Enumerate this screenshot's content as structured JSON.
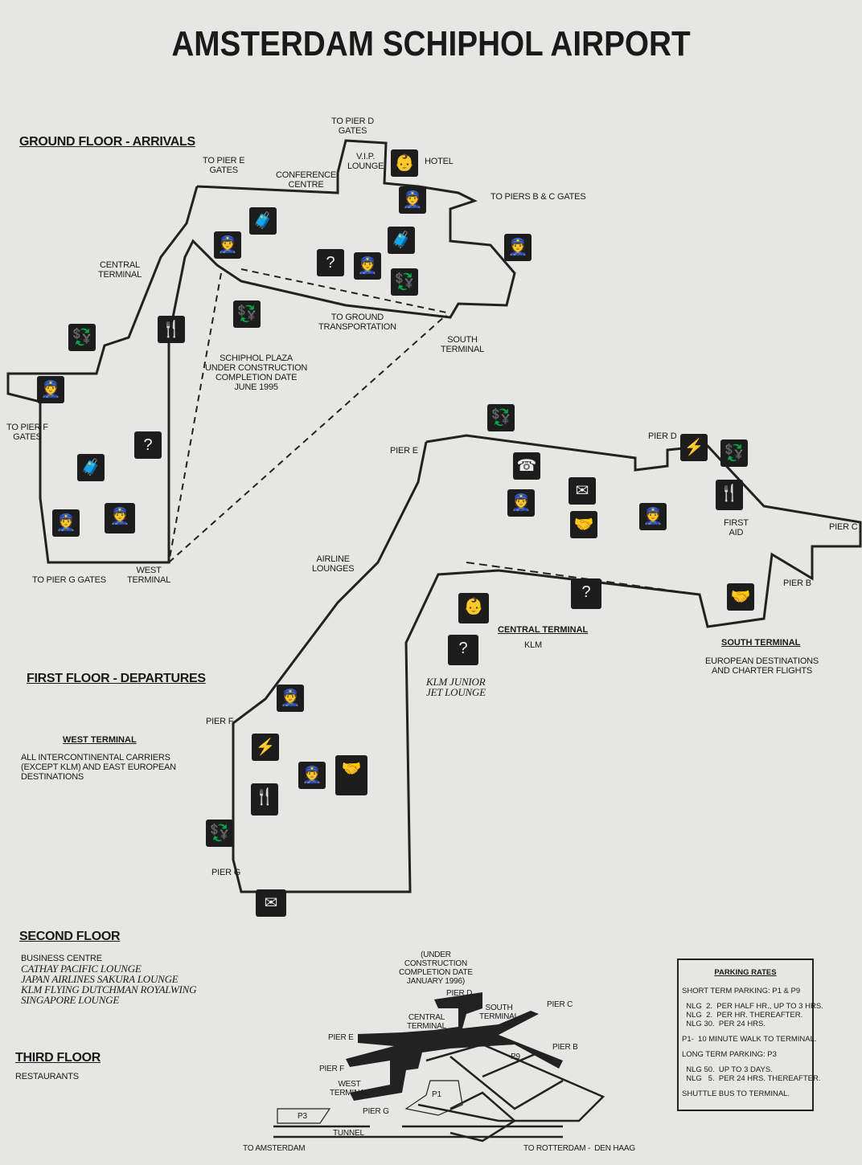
{
  "title": "AMSTERDAM  SCHIPHOL AIRPORT",
  "ground_floor": {
    "heading": "GROUND FLOOR - ARRIVALS",
    "labels": {
      "to_pier_d": "TO PIER D\nGATES",
      "vip": "V.I.P.\nLOUNGE",
      "hotel": "HOTEL",
      "to_pier_e": "TO PIER E\nGATES",
      "conference": "CONFERENCE\nCENTRE",
      "to_piers_bc": "TO PIERS B & C GATES",
      "central": "CENTRAL\nTERMINAL",
      "to_ground": "TO GROUND\nTRANSPORTATION",
      "south": "SOUTH\nTERMINAL",
      "plaza": "SCHIPHOL PLAZA\nUNDER CONSTRUCTION\nCOMPLETION DATE\nJUNE 1995",
      "to_pier_f": "TO PIER F\nGATES",
      "to_pier_g": "TO PIER G GATES",
      "west": "WEST\nTERMINAL"
    }
  },
  "first_floor": {
    "heading": "FIRST FLOOR - DEPARTURES",
    "labels": {
      "pier_e": "PIER E",
      "pier_d": "PIER D",
      "pier_c": "PIER C",
      "pier_b": "PIER B",
      "first_aid": "FIRST\nAID",
      "airline_lounges": "AIRLINE\nLOUNGES",
      "central": "CENTRAL TERMINAL",
      "klm": "KLM",
      "south": "SOUTH TERMINAL",
      "south_desc": "EUROPEAN DESTINATIONS\nAND CHARTER FLIGHTS",
      "klm_junior": "KLM JUNIOR\nJET LOUNGE",
      "pier_f": "PIER F",
      "pier_g": "PIER G",
      "west": "WEST TERMINAL",
      "west_desc": "ALL INTERCONTINENTAL CARRIERS\n(EXCEPT KLM) AND EAST EUROPEAN\nDESTINATIONS"
    }
  },
  "second_floor": {
    "heading": "SECOND FLOOR",
    "items": [
      "BUSINESS CENTRE",
      "CATHAY PACIFIC LOUNGE",
      "JAPAN AIRLINES SAKURA LOUNGE",
      "KLM FLYING DUTCHMAN ROYALWING",
      "SINGAPORE LOUNGE"
    ]
  },
  "third_floor": {
    "heading": "THIRD FLOOR",
    "items": [
      "RESTAURANTS"
    ]
  },
  "overview": {
    "under_construction": "(UNDER\nCONSTRUCTION\nCOMPLETION DATE\nJANUARY 1996)",
    "pier_d": "PIER D",
    "central": "CENTRAL\nTERMINAL",
    "south": "SOUTH\nTERMINAL",
    "pier_c": "PIER C",
    "pier_e": "PIER E",
    "pier_b": "PIER B",
    "p9": "P9",
    "pier_f": "PIER F",
    "west": "WEST\nTERMINAL",
    "p1": "P1",
    "pier_g": "PIER G",
    "p3": "P3",
    "tunnel": "TUNNEL",
    "to_amsterdam": "TO AMSTERDAM",
    "to_rotterdam": "TO ROTTERDAM -  DEN HAAG"
  },
  "parking": {
    "title": "PARKING RATES",
    "lines": [
      "SHORT TERM PARKING: P1 & P9",
      "  NLG  2.  PER HALF HR., UP TO 3 HRS.",
      "  NLG  2.  PER HR. THEREAFTER.",
      "  NLG 30.  PER 24 HRS.",
      "P1-  10 MINUTE WALK TO TERMINAL.",
      "LONG TERM PARKING: P3",
      "  NLG 50.  UP TO 3 DAYS.",
      "  NLG   5.  PER 24 HRS. THEREAFTER.",
      "SHUTTLE BUS TO TERMINAL."
    ]
  },
  "icons": {
    "baby": "👶",
    "officer": "👮",
    "luggage": "🧳",
    "info": "?",
    "money": "💱",
    "food": "🍴",
    "phone": "☎",
    "mail": "✉",
    "meeting": "🤝",
    "telex": "⚡",
    "firstaid": "✚"
  }
}
